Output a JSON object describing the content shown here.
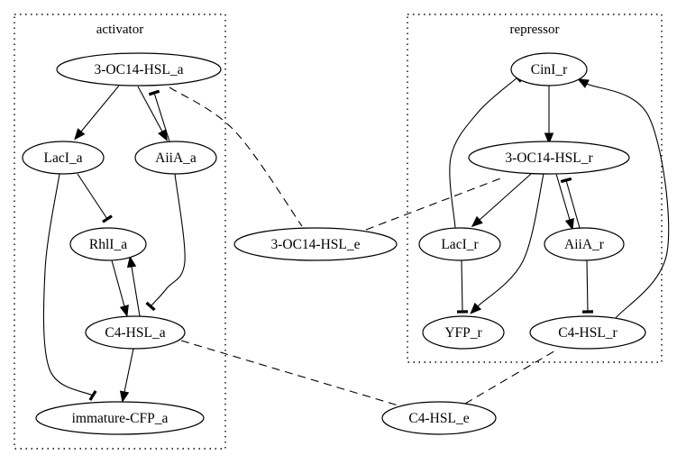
{
  "clusters": {
    "activator": {
      "label": "activator"
    },
    "repressor": {
      "label": "repressor"
    }
  },
  "nodes": {
    "oc14_a": "3-OC14-HSL_a",
    "laci_a": "LacI_a",
    "aiia_a": "AiiA_a",
    "rhli_a": "RhlI_a",
    "c4_a": "C4-HSL_a",
    "cfp_a": "immature-CFP_a",
    "oc14_e": "3-OC14-HSL_e",
    "c4_e": "C4-HSL_e",
    "cini_r": "CinI_r",
    "oc14_r": "3-OC14-HSL_r",
    "laci_r": "LacI_r",
    "aiia_r": "AiiA_r",
    "yfp_r": "YFP_r",
    "c4_r": "C4-HSL_r"
  },
  "edges": [
    {
      "from": "oc14_a",
      "to": "laci_a",
      "type": "activate"
    },
    {
      "from": "oc14_a",
      "to": "aiia_a",
      "type": "activate"
    },
    {
      "from": "aiia_a",
      "to": "oc14_a",
      "type": "inhibit"
    },
    {
      "from": "laci_a",
      "to": "rhli_a",
      "type": "inhibit"
    },
    {
      "from": "laci_a",
      "to": "cfp_a",
      "type": "inhibit"
    },
    {
      "from": "rhli_a",
      "to": "c4_a",
      "type": "activate"
    },
    {
      "from": "c4_a",
      "to": "rhli_a",
      "type": "activate"
    },
    {
      "from": "aiia_a",
      "to": "c4_a",
      "type": "inhibit"
    },
    {
      "from": "c4_a",
      "to": "cfp_a",
      "type": "activate"
    },
    {
      "from": "oc14_a",
      "to": "oc14_e",
      "type": "diffuse"
    },
    {
      "from": "oc14_e",
      "to": "oc14_r",
      "type": "diffuse"
    },
    {
      "from": "c4_a",
      "to": "c4_e",
      "type": "diffuse"
    },
    {
      "from": "c4_e",
      "to": "c4_r",
      "type": "diffuse"
    },
    {
      "from": "cini_r",
      "to": "oc14_r",
      "type": "activate"
    },
    {
      "from": "oc14_r",
      "to": "laci_r",
      "type": "activate"
    },
    {
      "from": "oc14_r",
      "to": "aiia_r",
      "type": "activate"
    },
    {
      "from": "aiia_r",
      "to": "oc14_r",
      "type": "inhibit"
    },
    {
      "from": "oc14_r",
      "to": "yfp_r",
      "type": "activate"
    },
    {
      "from": "laci_r",
      "to": "cini_r",
      "type": "inhibit"
    },
    {
      "from": "laci_r",
      "to": "yfp_r",
      "type": "inhibit"
    },
    {
      "from": "aiia_r",
      "to": "c4_r",
      "type": "inhibit"
    },
    {
      "from": "c4_r",
      "to": "cini_r",
      "type": "activate"
    }
  ]
}
